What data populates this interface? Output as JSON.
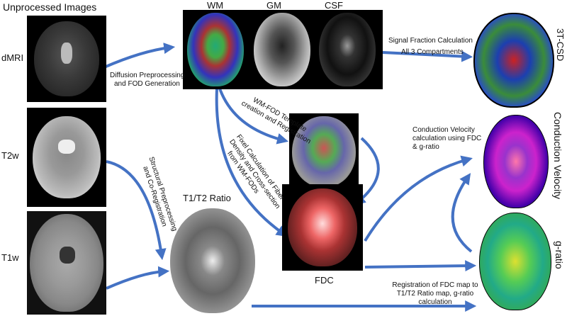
{
  "labels": {
    "unprocessed_images": "Unprocessed Images",
    "dmri": "dMRI",
    "t2w": "T2w",
    "t1w": "T1w",
    "wm": "WM",
    "gm": "GM",
    "csf": "CSF",
    "t1t2_ratio": "T1/T2 Ratio",
    "fdc": "FDC",
    "three_t_csd": "3T-CSD",
    "conduction_velocity": "Conduction Velocity",
    "g_ratio": "g-ratio"
  },
  "steps": {
    "diffusion_preprocessing_1": "Diffusion Preprocessing",
    "diffusion_preprocessing_2": "and FOD Generation",
    "signal_fraction_1": "Signal Fraction Calculation",
    "signal_fraction_2": "All 3 Compartments",
    "wm_fod_template_1": "WM-FOD Template",
    "wm_fod_template_2": "creation and Registration",
    "fixel_1": "Fixel Calculation of Fiber",
    "fixel_2": "Density and Cross-section",
    "fixel_3": "from WM-FODs",
    "structural_1": "Structural Preprocessing",
    "structural_2": "and Co-Registration",
    "conduction_calc_1": "Conduction Velocity",
    "conduction_calc_2": "calculation using FDC",
    "conduction_calc_3": "& g-ratio",
    "registration_fdc_1": "Registration of FDC map to",
    "registration_fdc_2": "T1/T2 Ratio map, g-ratio",
    "registration_fdc_3": "calculation"
  },
  "colors": {
    "arrow": "#4472c4",
    "panel_background": "#000000"
  }
}
